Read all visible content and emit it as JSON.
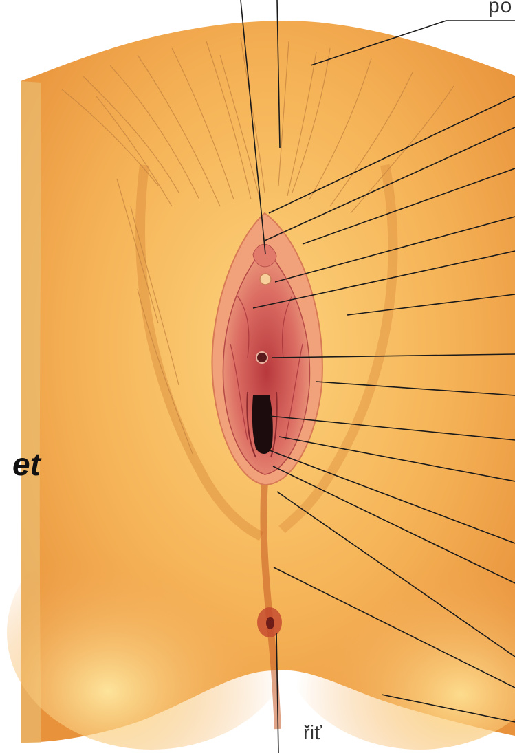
{
  "labels": {
    "top_fragment": "po",
    "left_fragment": "et",
    "bottom": "řiť"
  },
  "colors": {
    "background": "#ffffff",
    "skin_light": "#fbd27a",
    "skin_mid": "#f3a24a",
    "skin_shadow": "#d9852c",
    "hair": "#c98a45",
    "tissue": "#d9605a",
    "tissue_dark": "#7a1f22",
    "leader_line": "#1a1a1a"
  }
}
